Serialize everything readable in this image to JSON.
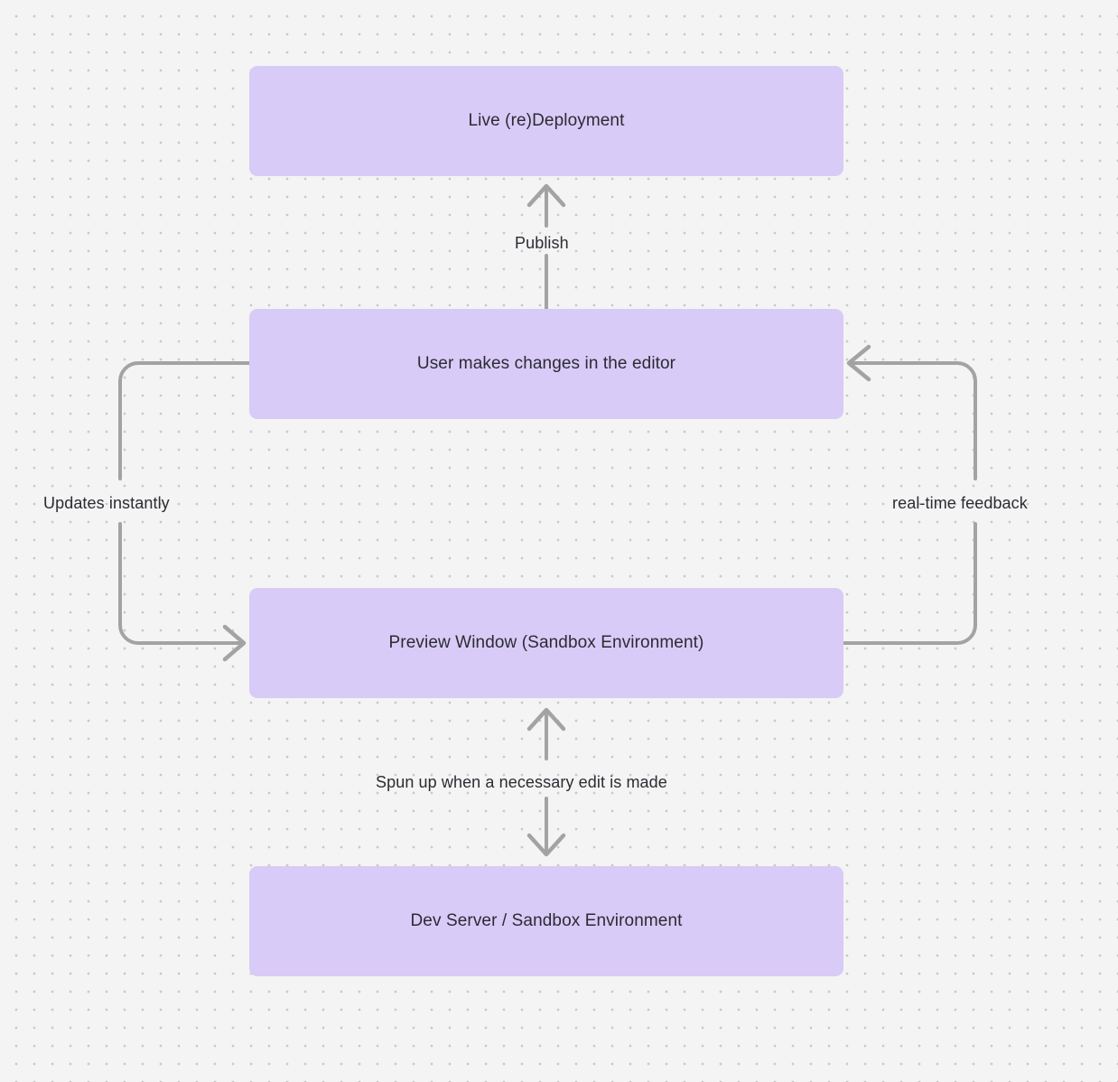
{
  "diagram": {
    "type": "flowchart",
    "title": "Live preview / sandbox deployment loop",
    "background_color": "#f4f4f4",
    "grid": "dot-grid",
    "node_color": "#d9cbf7",
    "edge_color": "#a3a3a3",
    "text_color": "#2b2b33",
    "nodes": [
      {
        "id": "live",
        "label": "Live (re)Deployment"
      },
      {
        "id": "user_edit",
        "label": "User makes changes in the editor"
      },
      {
        "id": "preview",
        "label": "Preview Window (Sandbox Environment)"
      },
      {
        "id": "devserver",
        "label": "Dev Server / Sandbox Environment"
      }
    ],
    "edges": [
      {
        "id": "publish",
        "from": "user_edit",
        "to": "live",
        "label": "Publish",
        "direction": "up"
      },
      {
        "id": "updates",
        "from": "user_edit",
        "to": "preview",
        "label": "Updates instantly",
        "direction": "loop-left"
      },
      {
        "id": "realtime",
        "from": "preview",
        "to": "user_edit",
        "label": "real-time feedback",
        "direction": "loop-right"
      },
      {
        "id": "spunup",
        "from": "devserver",
        "to": "preview",
        "label": "Spun up when a necessary edit is made",
        "direction": "bidirectional"
      }
    ]
  }
}
